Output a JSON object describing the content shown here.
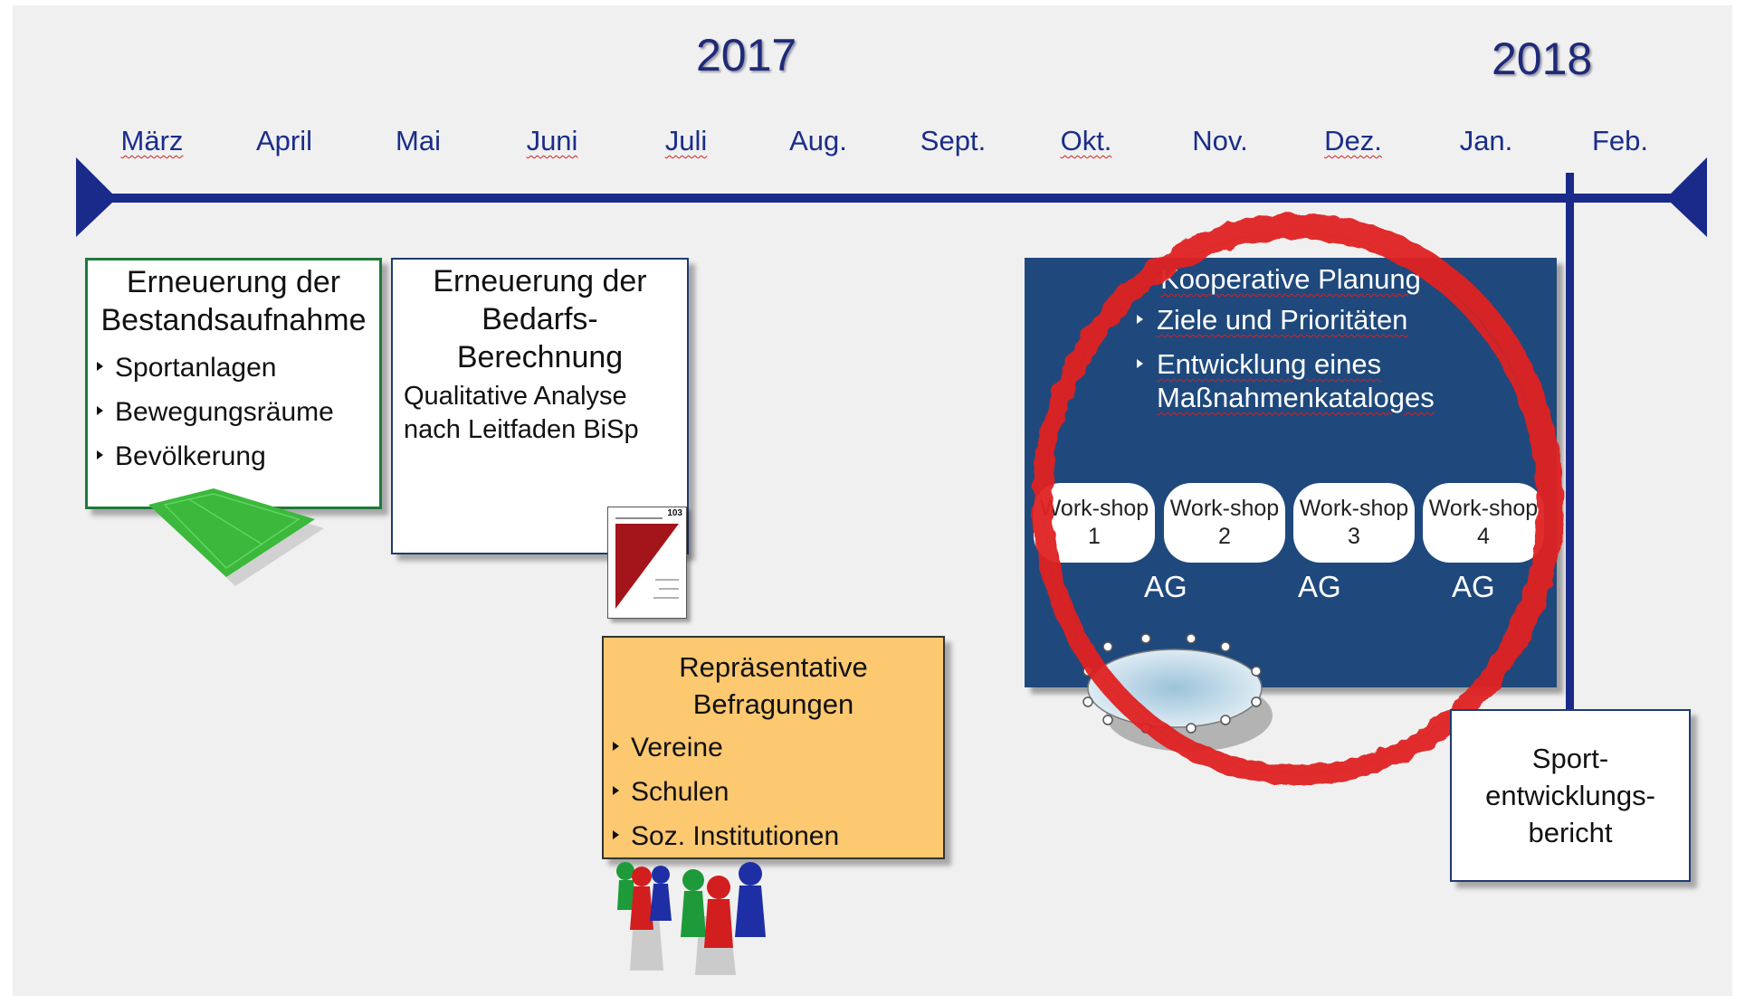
{
  "years": [
    "2017",
    "2018"
  ],
  "months": [
    "März",
    "April",
    "Mai",
    "Juni",
    "Juli",
    "Aug.",
    "Sept.",
    "Okt.",
    "Nov.",
    "Dez.",
    "Jan.",
    "Feb."
  ],
  "box_bestand": {
    "title": "Erneuerung der Bestandsaufnahme",
    "items": [
      "Sportanlagen",
      "Bewegungsräume",
      "Bevölkerung"
    ]
  },
  "box_bedarf": {
    "title": "Erneuerung der Bedarfs-Berechnung",
    "text": "Qualitative Analyse nach Leitfaden BiSp",
    "book_number": "103"
  },
  "box_befragung": {
    "title": "Repräsentative Befragungen",
    "items": [
      "Vereine",
      "Schulen",
      "Soz. Institutionen"
    ]
  },
  "box_koop": {
    "title": "Kooperative Planung",
    "items": [
      "Ziele und Prioritäten",
      "Entwicklung eines Maßnahmenkataloges"
    ],
    "workshops": [
      "Work-shop 1",
      "Work-shop 2",
      "Work-shop 3",
      "Work-shop 4"
    ],
    "ag_label": "AG"
  },
  "box_bericht": {
    "title": "Sport-entwicklungs-bericht"
  },
  "colors": {
    "timeline": "#1a2a8a",
    "coop_box": "#1f497d",
    "befragung_box": "#fcc870",
    "bestand_border": "#1e7a3a",
    "highlight_circle": "#e02020",
    "pitch": "#3cb83c"
  }
}
